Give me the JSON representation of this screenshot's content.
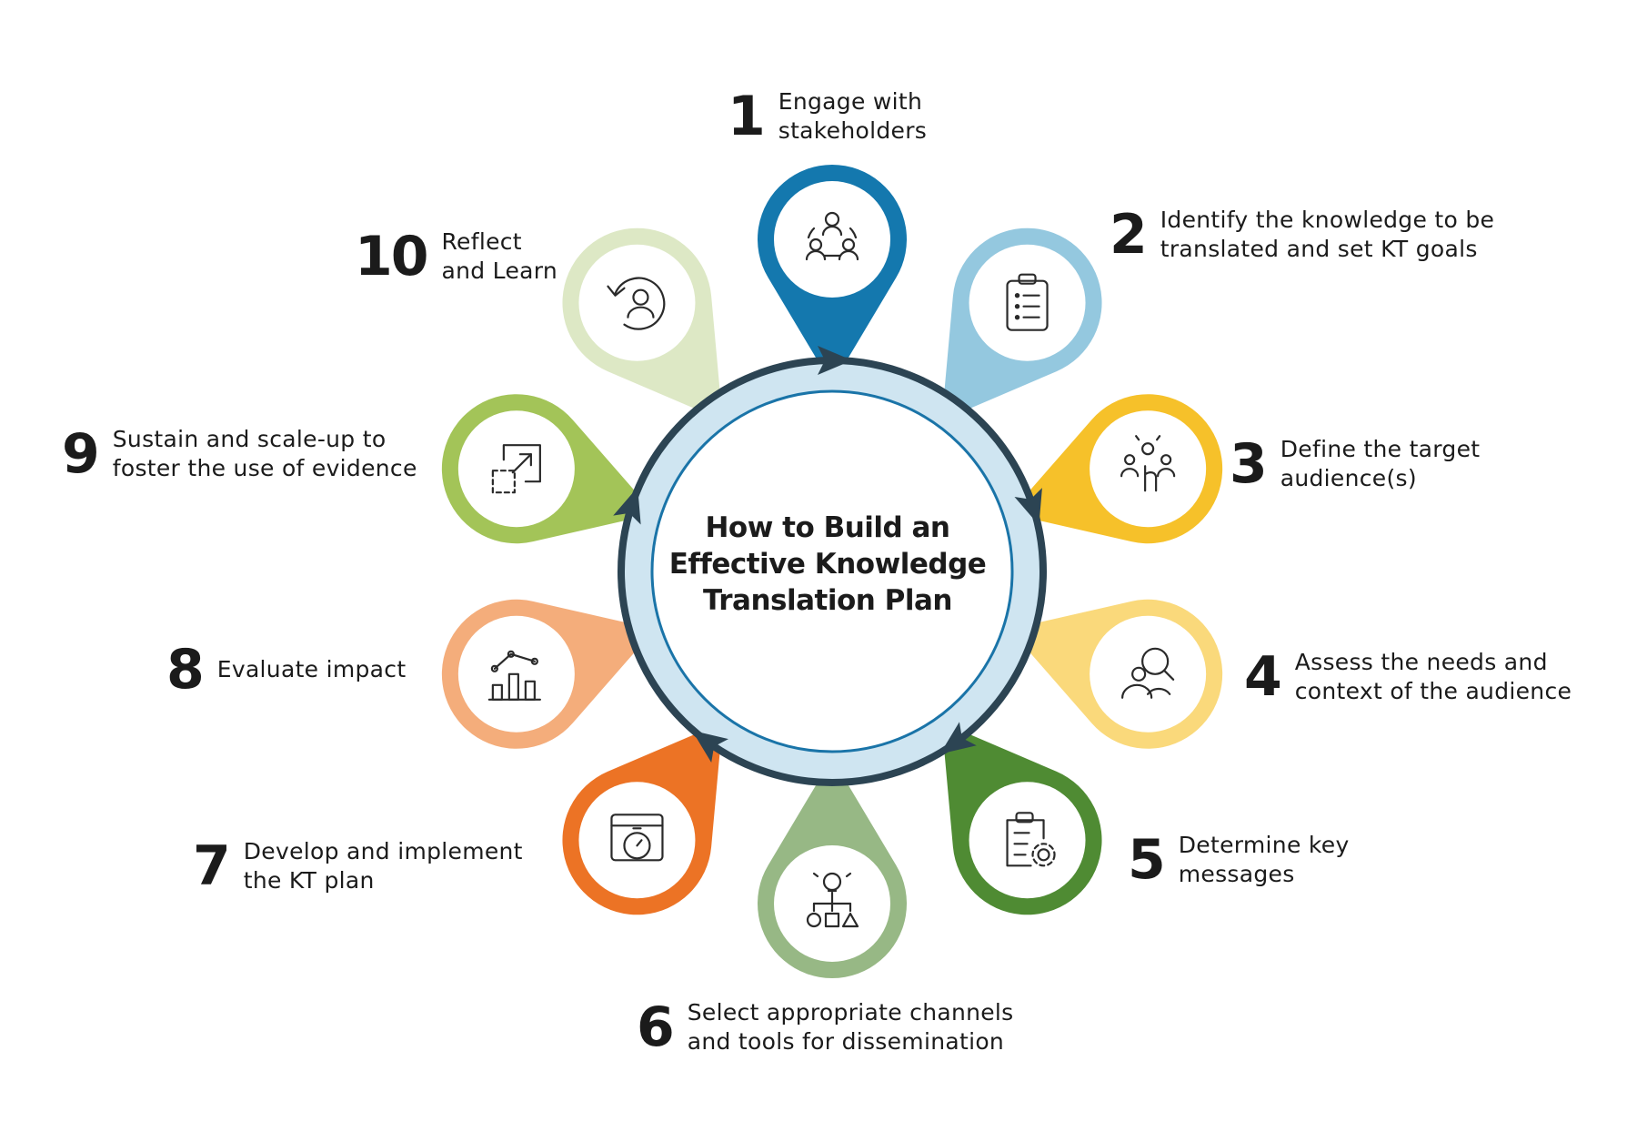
{
  "title_lines": [
    "How to Build an",
    "Effective Knowledge",
    "Translation Plan"
  ],
  "colors": {
    "ring_dark": "#2c4453",
    "ring_fill": "#cfe5f1",
    "ring_inner_line": "#1a74a8",
    "inner_fill": "#ffffff"
  },
  "steps": [
    {
      "num": "1",
      "lines": [
        "Engage with",
        "stakeholders"
      ],
      "color": "#1478ae",
      "icon": "people-network-icon"
    },
    {
      "num": "2",
      "lines": [
        "Identify the knowledge to be",
        "translated and set KT goals"
      ],
      "color": "#94c8df",
      "icon": "clipboard-list-icon"
    },
    {
      "num": "3",
      "lines": [
        "Define the target",
        "audience(s)"
      ],
      "color": "#f6c12a",
      "icon": "audience-select-icon"
    },
    {
      "num": "4",
      "lines": [
        "Assess the needs and",
        "context of the audience"
      ],
      "color": "#fad97b",
      "icon": "people-search-icon"
    },
    {
      "num": "5",
      "lines": [
        "Determine key",
        "messages"
      ],
      "color": "#4f8b33",
      "icon": "clipboard-gear-icon"
    },
    {
      "num": "6",
      "lines": [
        "Select appropriate channels",
        "and tools for dissemination"
      ],
      "color": "#97b885",
      "icon": "idea-shapes-icon"
    },
    {
      "num": "7",
      "lines": [
        "Develop and implement",
        "the KT plan"
      ],
      "color": "#ec7325",
      "icon": "calendar-timer-icon"
    },
    {
      "num": "8",
      "lines": [
        "Evaluate impact"
      ],
      "color": "#f4ad7b",
      "icon": "bar-chart-icon"
    },
    {
      "num": "9",
      "lines": [
        "Sustain and scale-up to",
        "foster the use of evidence"
      ],
      "color": "#a3c458",
      "icon": "scale-up-icon"
    },
    {
      "num": "10",
      "lines": [
        "Reflect",
        "and Learn"
      ],
      "color": "#dde8c5",
      "icon": "reflect-person-icon"
    }
  ]
}
